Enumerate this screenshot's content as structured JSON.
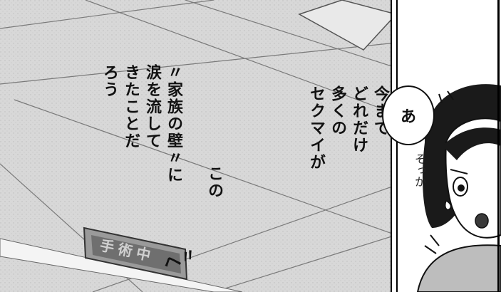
{
  "caption_left": [
    "〃家族の壁〃に",
    "涙を流して",
    "きたことだ",
    "ろう"
  ],
  "caption_mid": "この",
  "caption_right": [
    "今まで",
    "どれだけ",
    "多くの",
    "セクマイが"
  ],
  "bubble_text": "あ",
  "sfx_sokka": "そっか",
  "sign_text": "手術中",
  "sfx_noise": "ヘ〃"
}
